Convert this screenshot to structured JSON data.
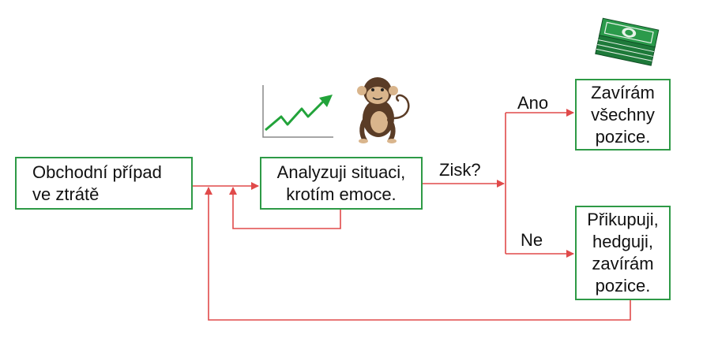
{
  "nodes": {
    "start": "Obchodní případ\nve ztrátě",
    "analyze": "Analyzuji situaci,\nkrotím emoce.",
    "close_all": "Zavírám\nvšechny\npozice.",
    "add_hedge": "Přikupuji,\nhedguji,\nzavírám\npozice."
  },
  "labels": {
    "decision": "Zisk?",
    "yes": "Ano",
    "no": "Ne"
  },
  "icons": [
    "rising-chart-icon",
    "monkey-icon",
    "money-stack-icon"
  ],
  "colors": {
    "box_border": "#2e9a46",
    "arrow": "#e04a4a",
    "chart_line": "#22a33a",
    "money": "#1e7a3a"
  }
}
